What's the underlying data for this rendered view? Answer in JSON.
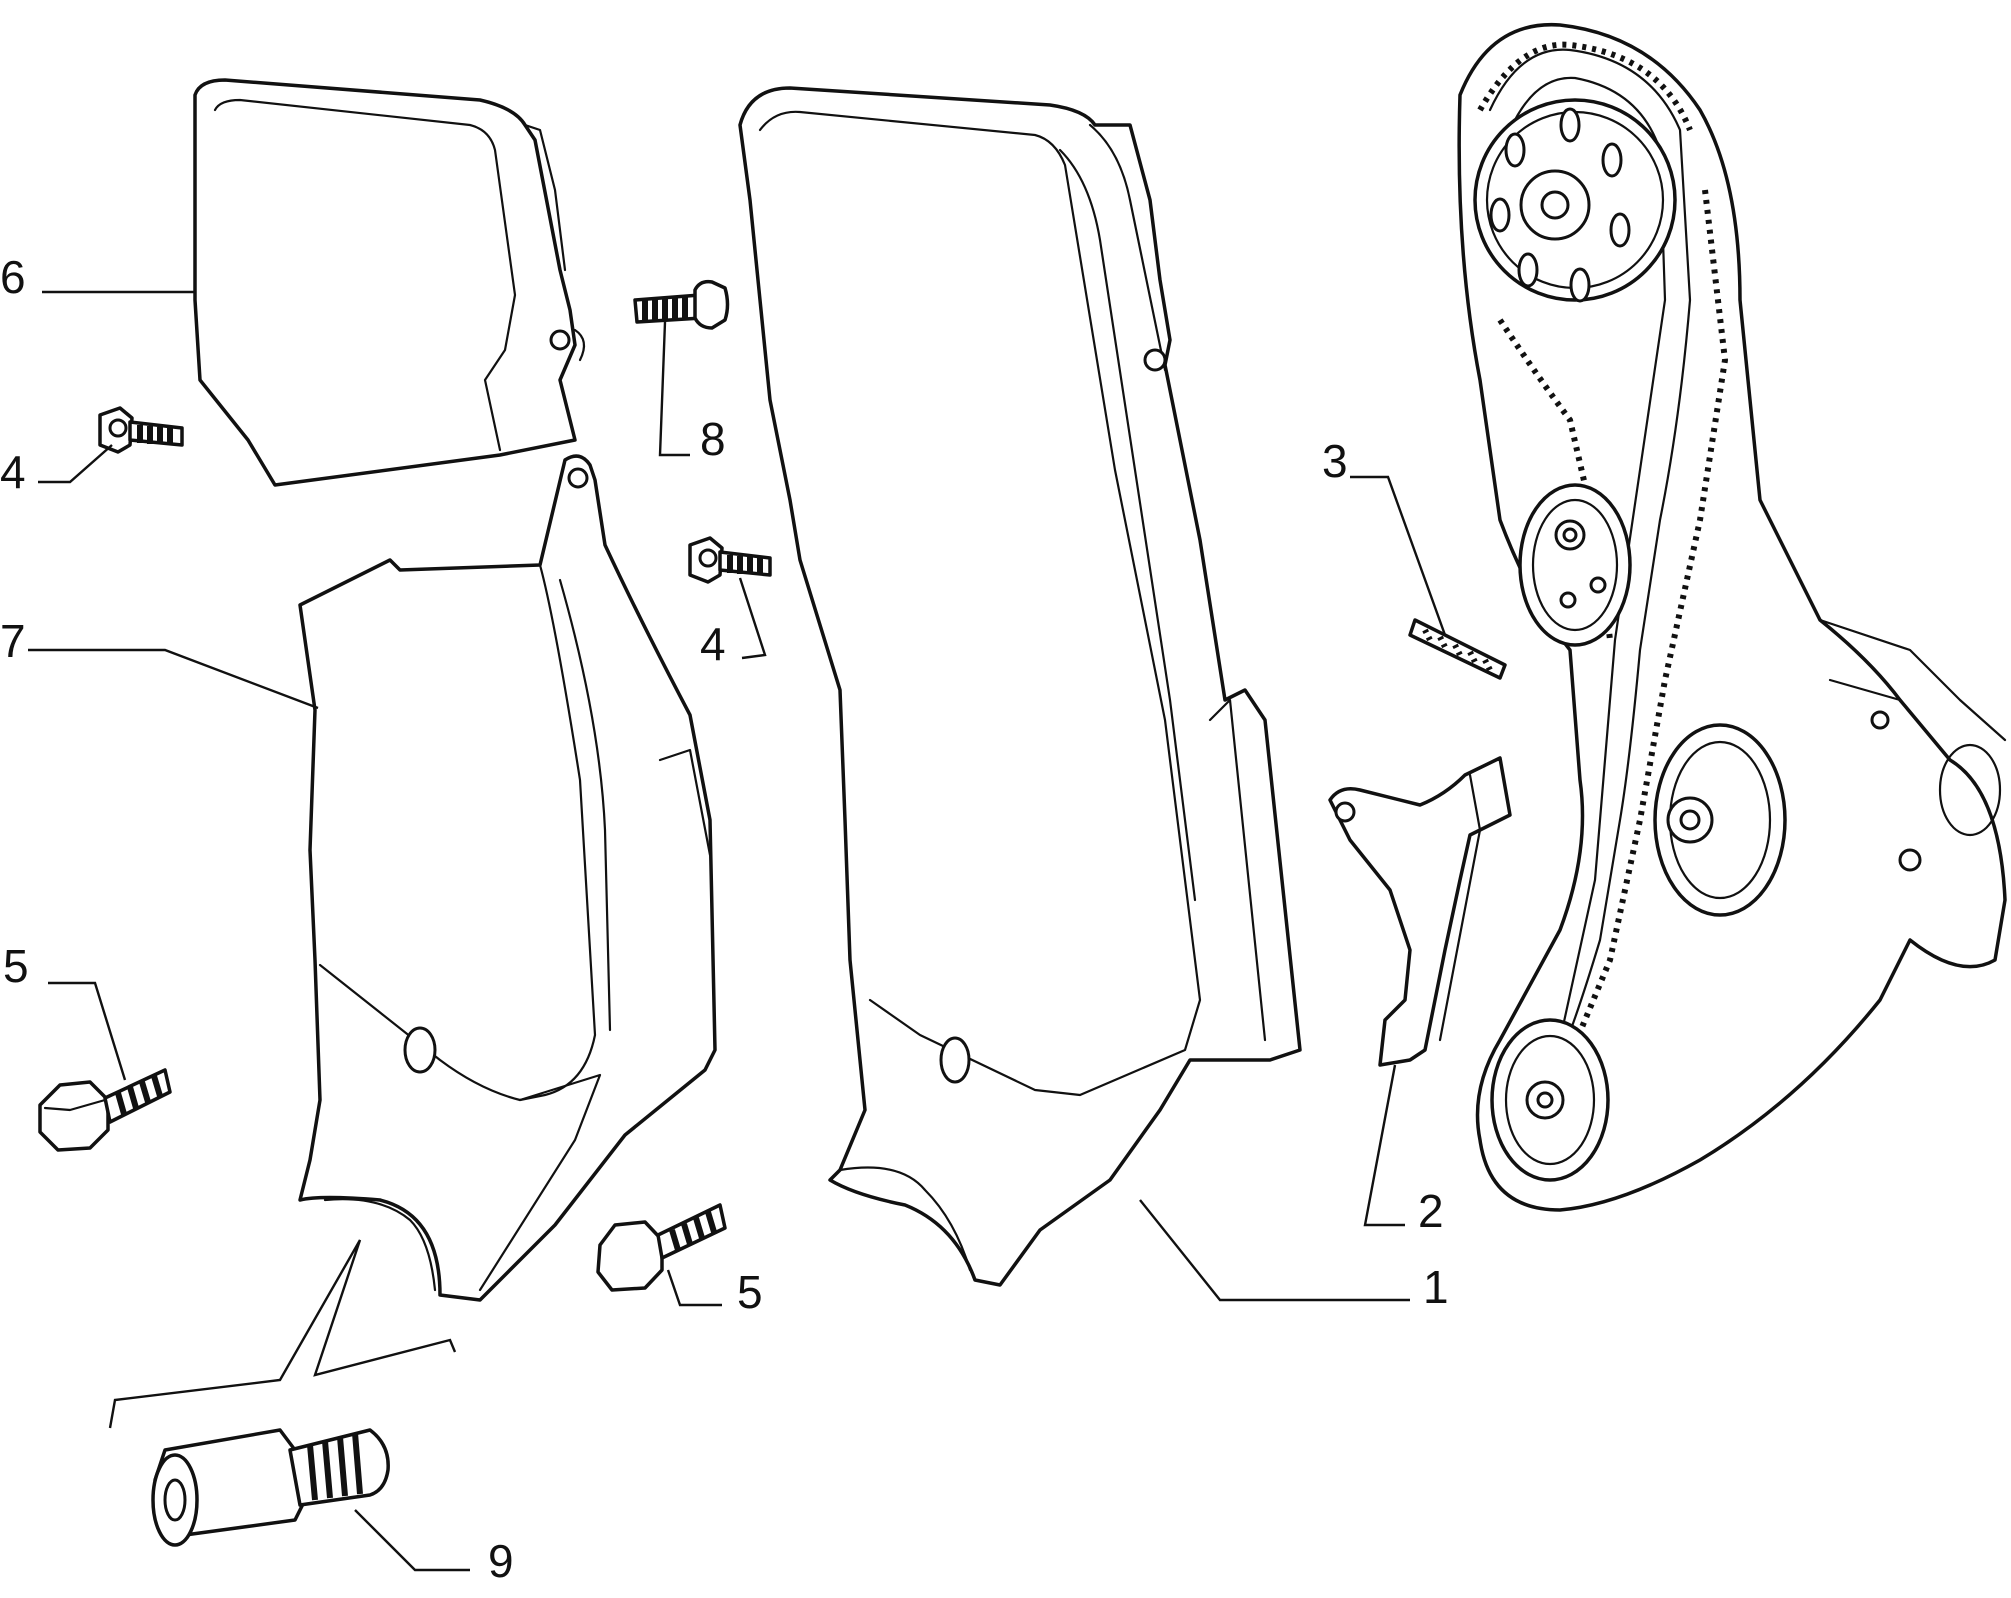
{
  "callouts": [
    {
      "id": "6",
      "text": "6"
    },
    {
      "id": "4a",
      "text": "4"
    },
    {
      "id": "7",
      "text": "7"
    },
    {
      "id": "5a",
      "text": "5"
    },
    {
      "id": "8",
      "text": "8"
    },
    {
      "id": "4b",
      "text": "4"
    },
    {
      "id": "5b",
      "text": "5"
    },
    {
      "id": "9",
      "text": "9"
    },
    {
      "id": "1",
      "text": "1"
    },
    {
      "id": "2",
      "text": "2"
    },
    {
      "id": "3",
      "text": "3"
    }
  ],
  "colors": {
    "line": "#111111",
    "background": "#ffffff"
  }
}
